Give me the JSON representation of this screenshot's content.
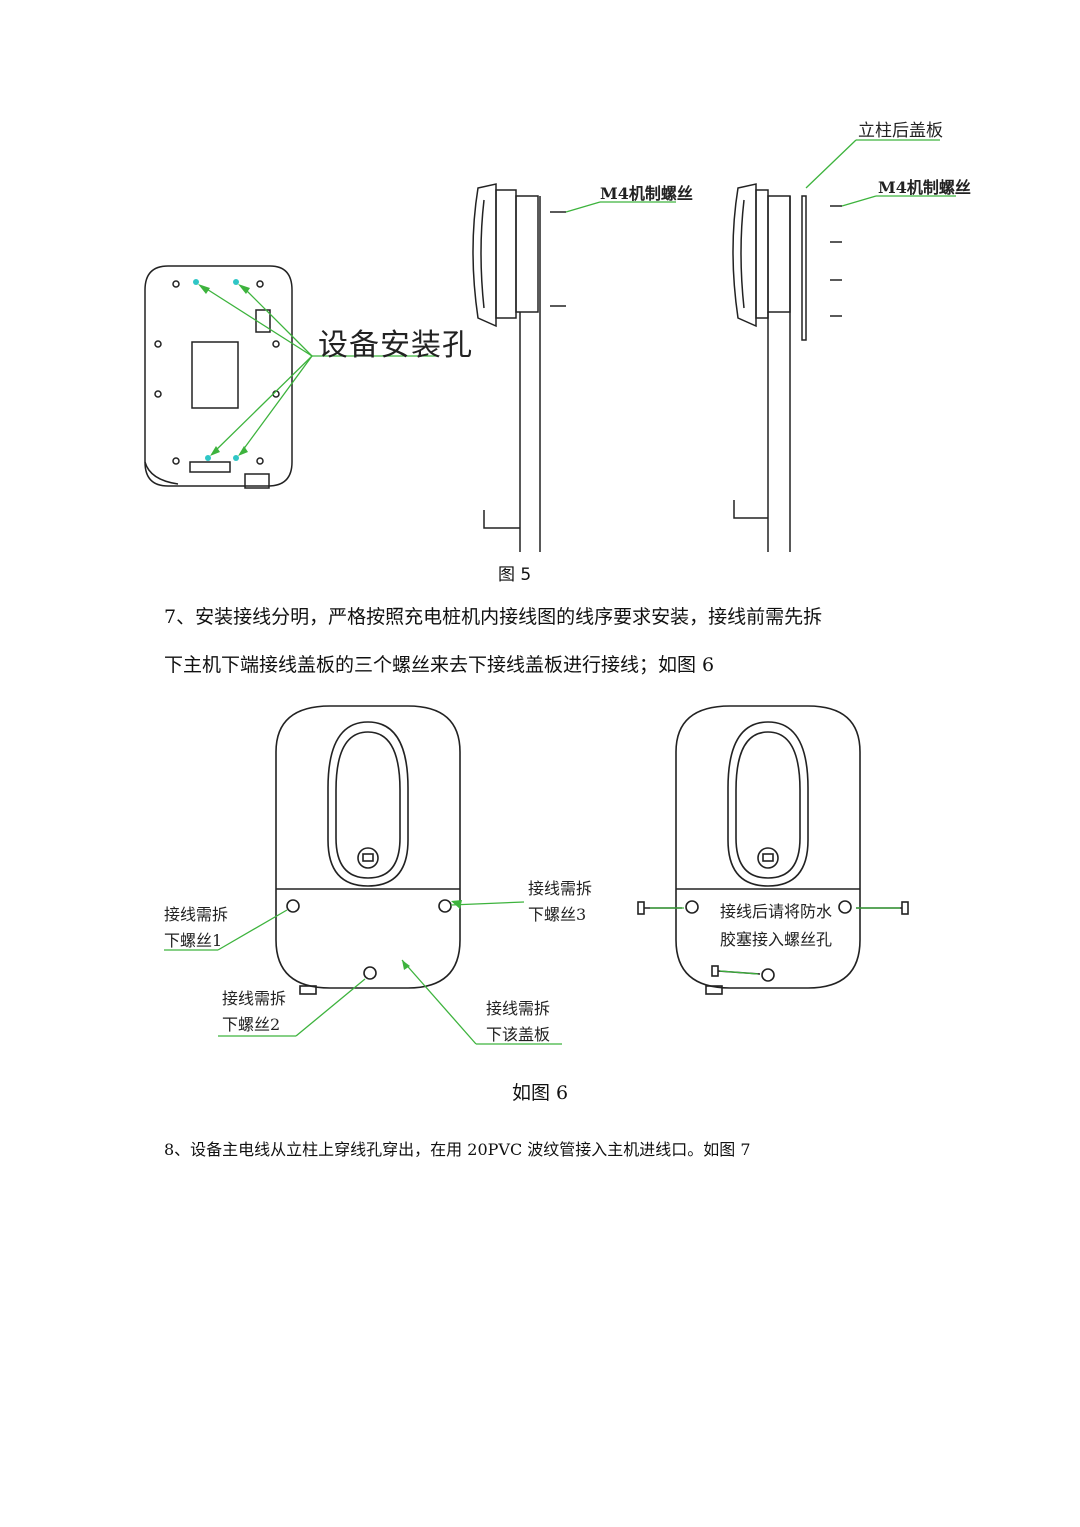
{
  "figure5": {
    "caption": "图 5",
    "hole_label": "设备安装孔",
    "screw_label_a": "M4机制螺丝",
    "screw_label_b": "M4机制螺丝",
    "rear_cover_label": "立柱后盖板"
  },
  "step7": {
    "line1": "7、安装接线分明，严格按照充电桩机内接线图的线序要求安装，接线前需先拆",
    "line2": "下主机下端接线盖板的三个螺丝来去下接线盖板进行接线；如图 6"
  },
  "figure6": {
    "caption": "如图 6",
    "screw1": [
      "接线需拆",
      "下螺丝1"
    ],
    "screw2": [
      "接线需拆",
      "下螺丝2"
    ],
    "screw3": [
      "接线需拆",
      "下螺丝3"
    ],
    "cover": [
      "接线需拆",
      "下该盖板"
    ],
    "plug": [
      "接线后请将防水",
      "胶塞接入螺丝孔"
    ]
  },
  "step8": {
    "line1": "8、设备主电线从立柱上穿线孔穿出，在用 20PVC 波纹管接入主机进线口。如图 7"
  },
  "colors": {
    "leader": "#3db33d",
    "hole": "#2fc6c6",
    "line": "#111111"
  }
}
